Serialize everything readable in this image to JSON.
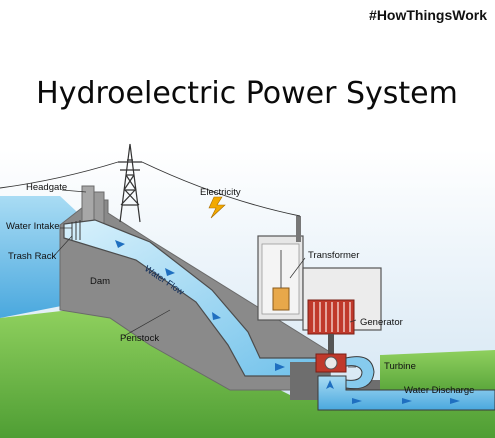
{
  "hashtag": "#HowThingsWork",
  "title": "Hydroelectric Power System",
  "labels": {
    "headgate": "Headgate",
    "electricity": "Electricity",
    "water_intake": "Water Intake",
    "trash_rack": "Trash Rack",
    "dam": "Dam",
    "water_flow": "Water Flow",
    "transformer": "Transformer",
    "generator": "Generator",
    "penstock": "Penstock",
    "turbine": "Turbine",
    "water_discharge": "Water Discharge"
  },
  "colors": {
    "sky": "#dcebf6",
    "water": "#7fc6ea",
    "water_dark": "#3a9ad6",
    "ground": "#6fbf4a",
    "concrete": "#8a8a8a",
    "concrete_dark": "#5f5f5f",
    "generator": "#c0392b",
    "lightning": "#f2a900"
  }
}
